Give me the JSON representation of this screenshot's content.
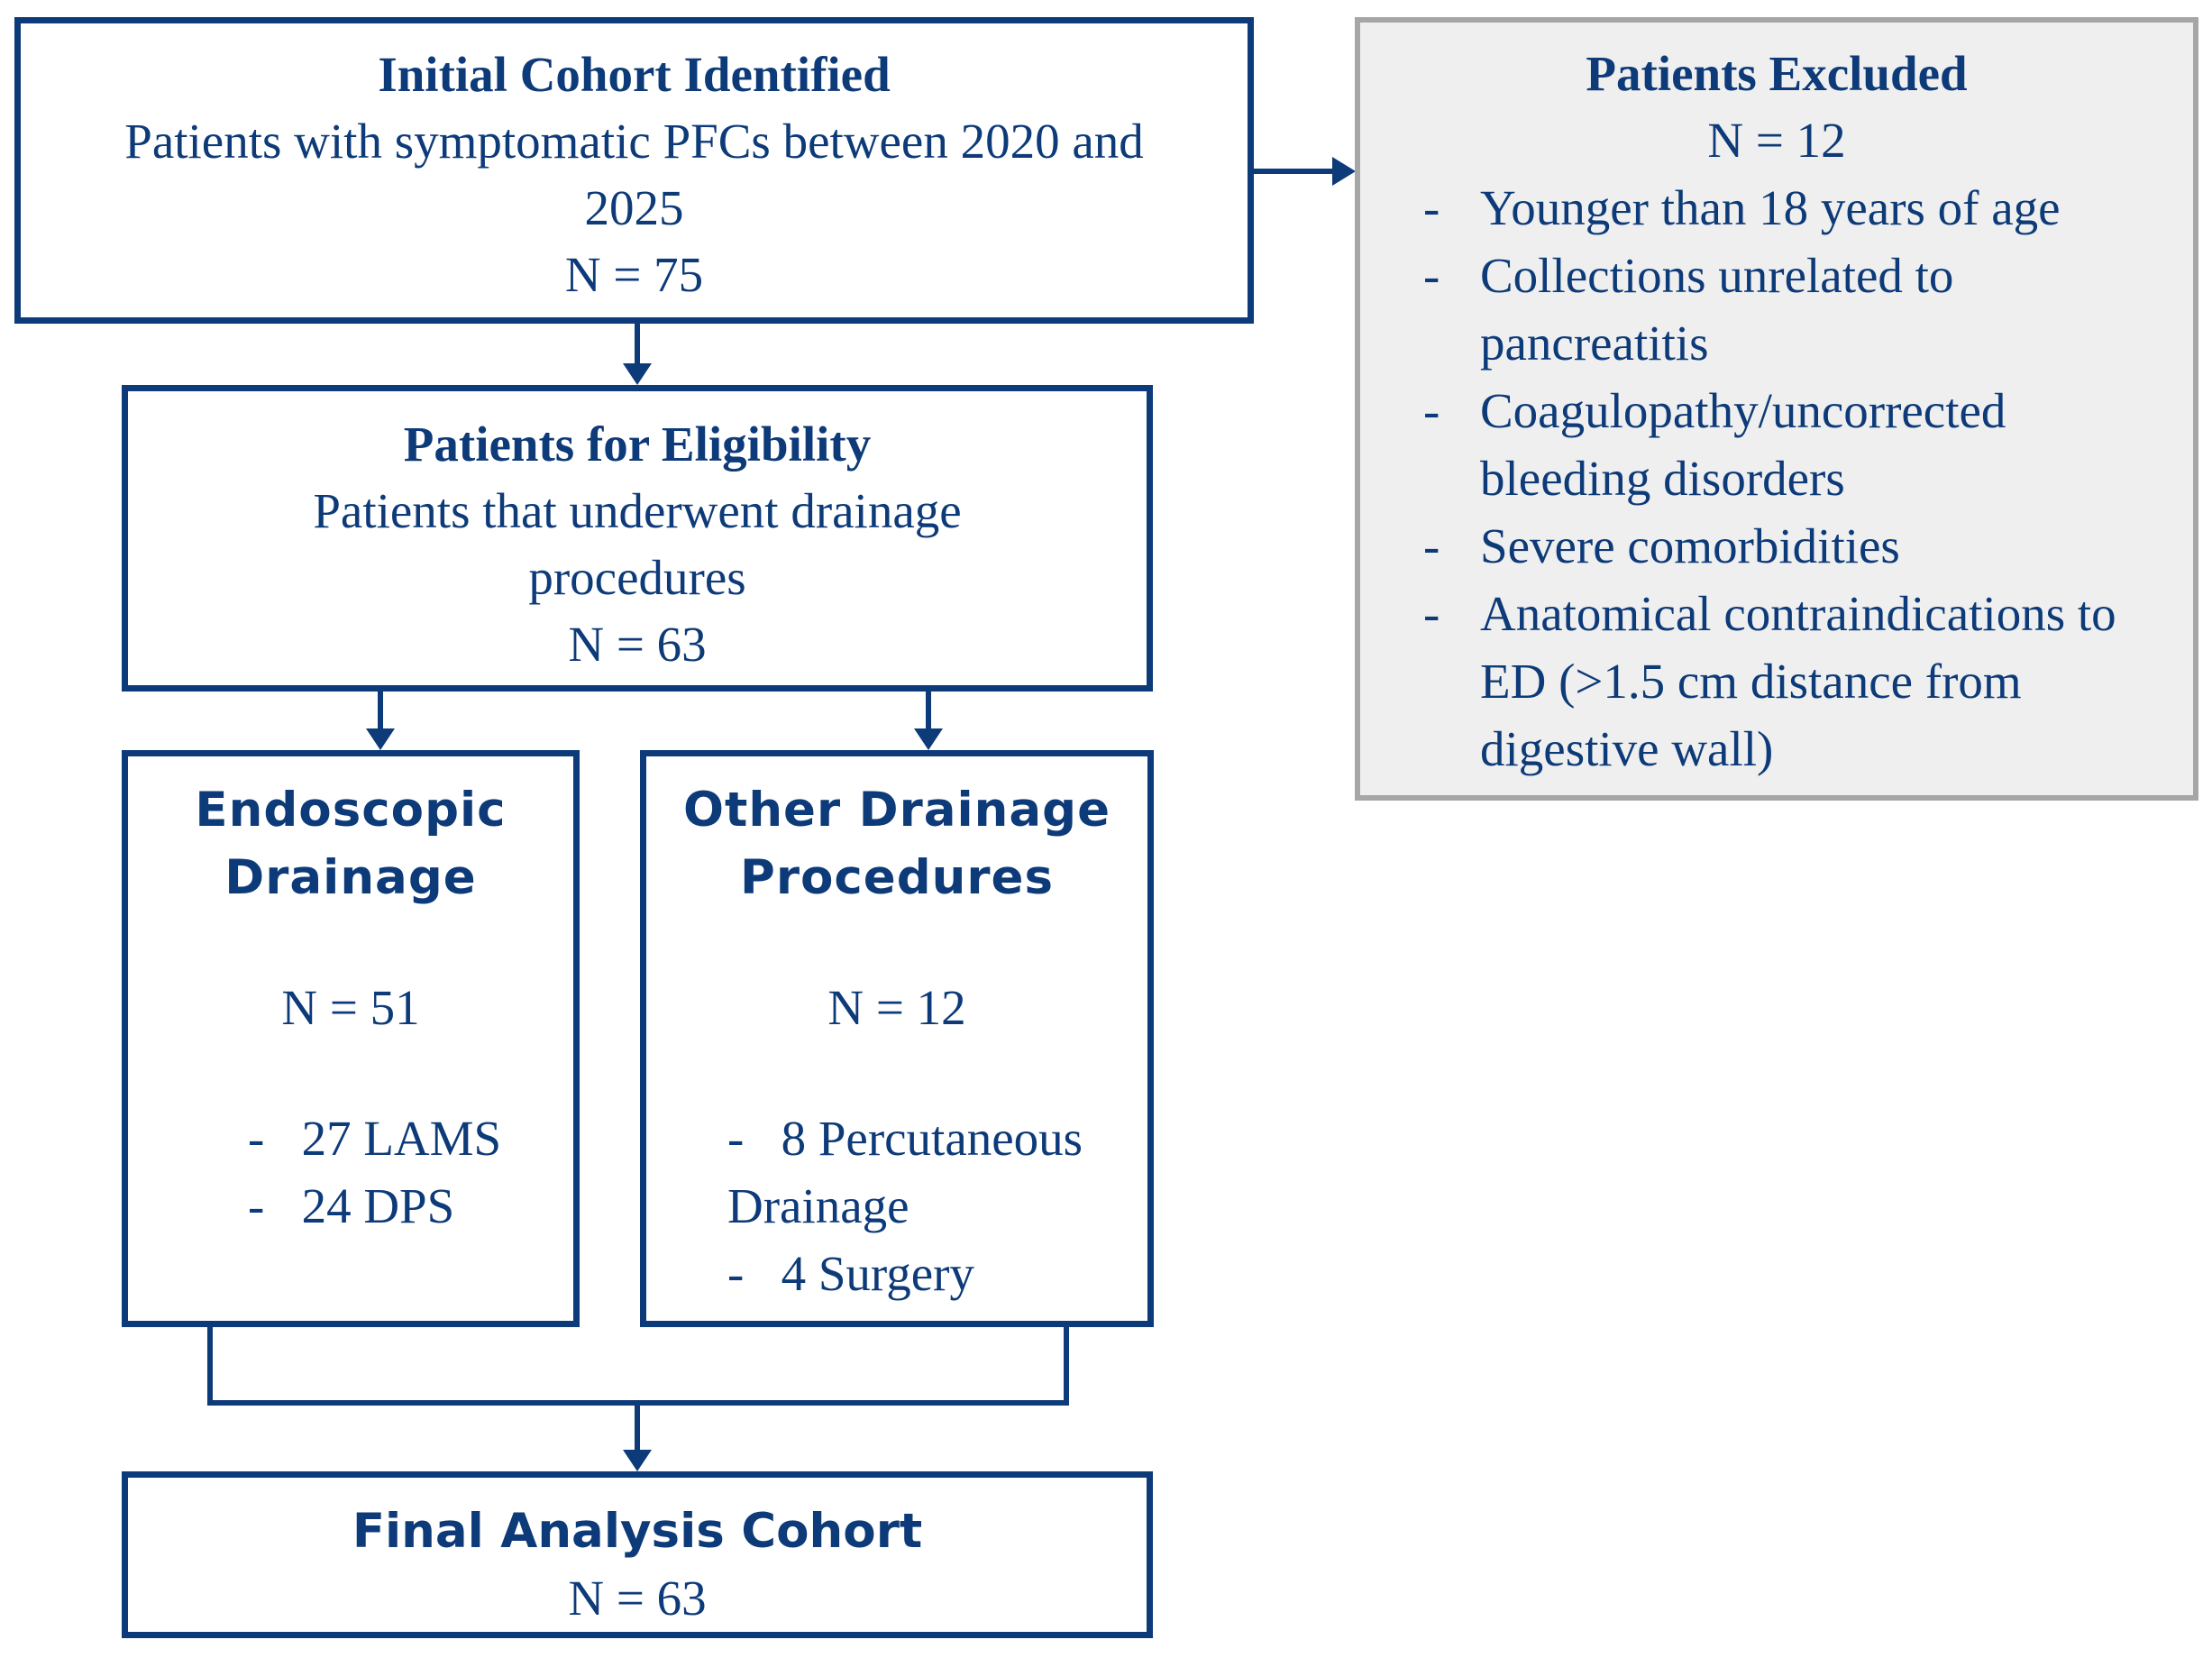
{
  "initial_cohort": {
    "title": "Initial Cohort Identified",
    "description_line1": "Patients with symptomatic PFCs between 2020 and",
    "description_line2": "2025",
    "count": "N = 75"
  },
  "excluded": {
    "title": "Patients Excluded",
    "count": "N = 12",
    "dash": "-",
    "reasons": [
      "Younger than 18 years of age",
      "Collections unrelated to pancreatitis",
      "Coagulopathy/uncorrected bleeding disorders",
      "Severe comorbidities",
      "Anatomical contraindications to ED (>1.5 cm distance from digestive wall)"
    ]
  },
  "eligibility": {
    "title": "Patients for Eligibility",
    "description_line1": "Patients that underwent drainage",
    "description_line2": "procedures",
    "count": "N = 63"
  },
  "endoscopic": {
    "title_line1": "Endoscopic",
    "title_line2": "Drainage",
    "count": "N = 51",
    "items": [
      "-   27 LAMS",
      "-   24 DPS"
    ]
  },
  "other": {
    "title_line1": "Other Drainage",
    "title_line2": "Procedures",
    "count": "N = 12",
    "items": [
      "-   8 Percutaneous",
      "Drainage",
      "-   4 Surgery"
    ]
  },
  "final_cohort": {
    "title": "Final Analysis Cohort",
    "count": "N = 63"
  },
  "colors": {
    "primary": "#0d3a78",
    "excluded_border": "#a6a6a6",
    "excluded_fill": "#efefef"
  }
}
